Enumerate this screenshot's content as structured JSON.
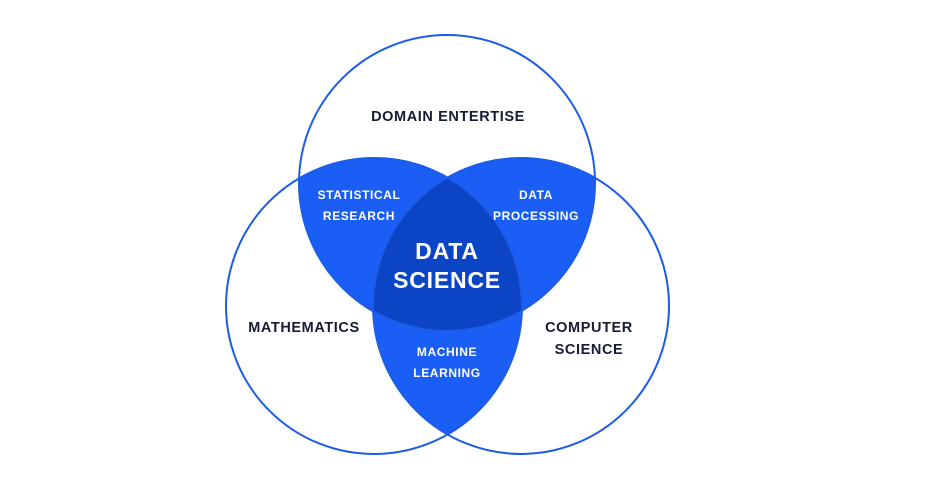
{
  "diagram": {
    "sets": [
      {
        "id": "domain",
        "label_lines": [
          "DOMAIN ENTERTISE"
        ]
      },
      {
        "id": "mathematics",
        "label_lines": [
          "MATHEMATICS"
        ]
      },
      {
        "id": "computer-science",
        "label_lines": [
          "COMPUTER",
          "SCIENCE"
        ]
      }
    ],
    "intersections": [
      {
        "id": "statistical-research",
        "sets": [
          "domain",
          "mathematics"
        ],
        "label_lines": [
          "STATISTICAL",
          "RESEARCH"
        ]
      },
      {
        "id": "data-processing",
        "sets": [
          "domain",
          "computer-science"
        ],
        "label_lines": [
          "DATA",
          "PROCESSING"
        ]
      },
      {
        "id": "machine-learning",
        "sets": [
          "mathematics",
          "computer-science"
        ],
        "label_lines": [
          "MACHINE",
          "LEARNING"
        ]
      }
    ],
    "center": {
      "id": "data-science",
      "label_lines": [
        "DATA",
        "SCIENCE"
      ]
    },
    "colors": {
      "outline": "#1d5ce6",
      "pair_overlap": "#1a5ef5",
      "center_overlap": "#0b45c6",
      "outer_text": "#161b33",
      "inner_text": "#ffffff"
    }
  }
}
